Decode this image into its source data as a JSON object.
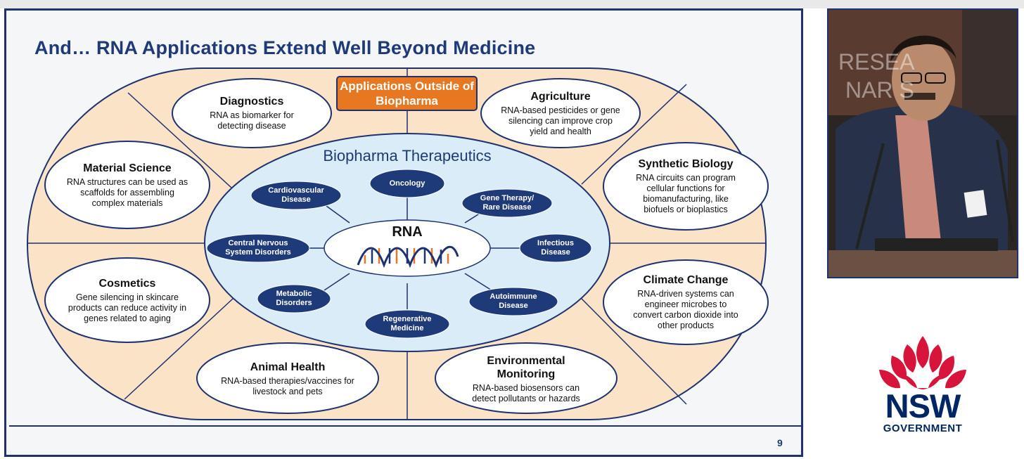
{
  "slide": {
    "title": "And… RNA Applications Extend Well Beyond Medicine",
    "page_number": "9",
    "callout": "Applications Outside of Biopharma",
    "inner_title": "Biopharma Therapeutics",
    "center_label": "RNA",
    "outer_applications": [
      {
        "title": "Diagnostics",
        "desc": "RNA as biomarker for detecting disease"
      },
      {
        "title": "Agriculture",
        "desc": "RNA-based pesticides or gene silencing can improve crop yield and health"
      },
      {
        "title": "Material Science",
        "desc": "RNA structures can be used as scaffolds for assembling complex materials"
      },
      {
        "title": "Synthetic Biology",
        "desc": "RNA circuits can program cellular functions for biomanufacturing, like biofuels or bioplastics"
      },
      {
        "title": "Cosmetics",
        "desc": "Gene silencing in skincare products can reduce activity in genes related to aging"
      },
      {
        "title": "Climate Change",
        "desc": "RNA-driven systems can engineer microbes to convert carbon dioxide into other products"
      },
      {
        "title": "Animal Health",
        "desc": "RNA-based therapies/vaccines for livestock and pets"
      },
      {
        "title": "Environmental Monitoring",
        "desc": "RNA-based biosensors can detect pollutants or hazards"
      }
    ],
    "therapeutic_areas": [
      "Oncology",
      "Cardiovascular Disease",
      "Gene Therapy/ Rare Disease",
      "Central Nervous System Disorders",
      "Infectious Disease",
      "Metabolic Disorders",
      "Autoimmune Disease",
      "Regenerative Medicine"
    ]
  },
  "video": {
    "background_text_1": "RESEA",
    "background_text_2": "NAR S"
  },
  "logo": {
    "line1": "NSW",
    "line2": "GOVERNMENT",
    "color": "#002664",
    "waratah_color": "#d7153a"
  },
  "colors": {
    "navy": "#1e3170",
    "peach": "#fbe3c8",
    "light_blue": "#d9ecf7",
    "pill_blue": "#1f3a78",
    "orange": "#e87722"
  }
}
